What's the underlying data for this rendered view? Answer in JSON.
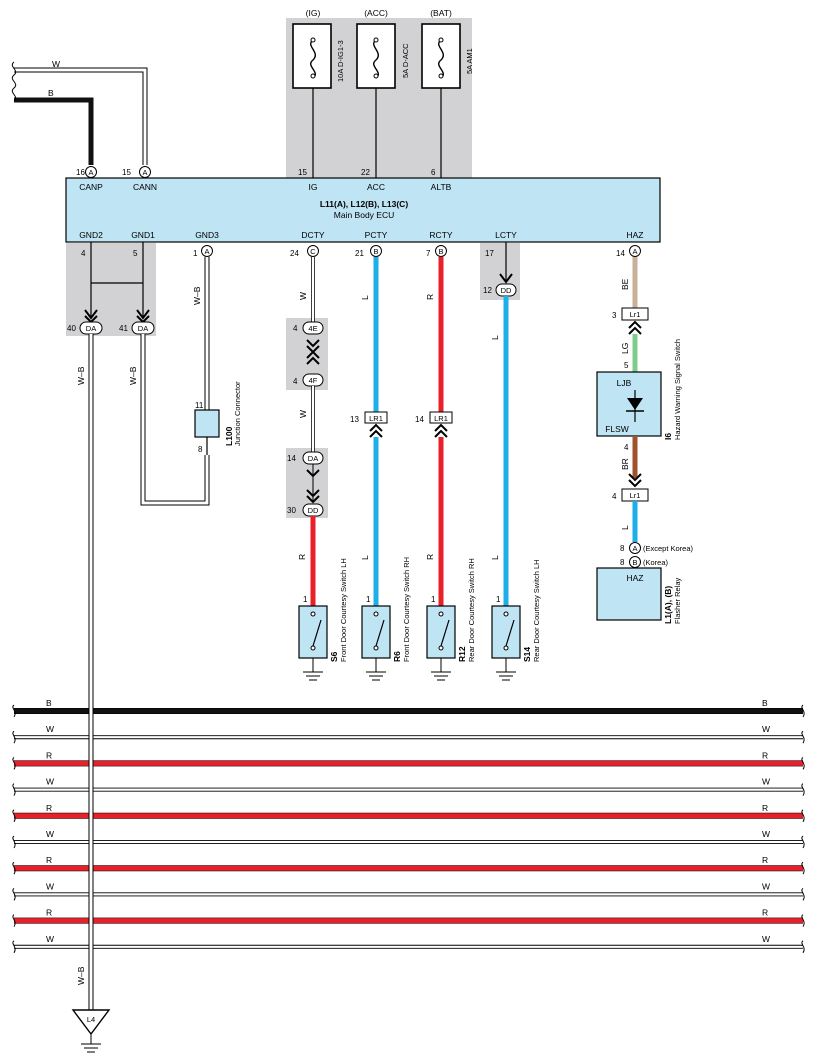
{
  "ecu": {
    "id": "L11(A), L12(B), L13(C)",
    "name": "Main Body ECU",
    "top_pins": [
      {
        "num": "16",
        "conn": "A",
        "label": "CANP"
      },
      {
        "num": "15",
        "conn": "A",
        "label": "CANN"
      },
      {
        "num": "15",
        "conn": "",
        "label": "IG"
      },
      {
        "num": "22",
        "conn": "",
        "label": "ACC"
      },
      {
        "num": "6",
        "conn": "",
        "label": "ALTB"
      }
    ],
    "bottom_pins": [
      {
        "num": "4",
        "conn": "",
        "label": "GND2"
      },
      {
        "num": "5",
        "conn": "",
        "label": "GND1"
      },
      {
        "num": "1",
        "conn": "A",
        "label": "GND3"
      },
      {
        "num": "24",
        "conn": "C",
        "label": "DCTY"
      },
      {
        "num": "21",
        "conn": "B",
        "label": "PCTY"
      },
      {
        "num": "7",
        "conn": "B",
        "label": "RCTY"
      },
      {
        "num": "17",
        "conn": "",
        "label": "LCTY"
      },
      {
        "num": "14",
        "conn": "A",
        "label": "HAZ"
      }
    ]
  },
  "fuses": [
    {
      "source": "(IG)",
      "label": "10A D-IG1-3"
    },
    {
      "source": "(ACC)",
      "label": "5A D-ACC"
    },
    {
      "source": "(BAT)",
      "label": "5A AM1"
    }
  ],
  "top_wires": {
    "w": "W",
    "b": "B"
  },
  "ground_connectors": {
    "da1_num": "40",
    "da1": "DA",
    "da2_num": "41",
    "da2": "DA"
  },
  "wire_colors": {
    "wb_left": "W–B",
    "wb_mid": "W–B",
    "wb_gnd3": "W–B",
    "wb_bottom": "W–B",
    "dcty_w1": "W",
    "dcty_w2": "W",
    "dcty_r": "R",
    "pcty_l1": "L",
    "pcty_l2": "L",
    "rcty_r1": "R",
    "rcty_r2": "R",
    "lcty_l1": "L",
    "lcty_l2": "L",
    "haz_be": "BE",
    "haz_lg": "LG",
    "haz_br": "BR",
    "haz_l": "L"
  },
  "junction": {
    "id": "L100",
    "name": "Junction Connector",
    "pin_top": "11",
    "pin_bottom": "8"
  },
  "inline_connectors": {
    "c4e_num": "4",
    "c4e": "4E",
    "c4f_num": "4",
    "c4f": "4F",
    "c14_num": "14",
    "c14": "DA",
    "c30_num": "30",
    "c30": "DD",
    "c12_num": "12",
    "c12": "DD",
    "lr1a_num": "13",
    "lr1a": "LR1",
    "lr1b_num": "14",
    "lr1b": "LR1",
    "lr1_top_num": "3",
    "lr1_top": "Lr1",
    "lr1_bot_num": "4",
    "lr1_bot": "Lr1"
  },
  "switches": [
    {
      "id": "S6",
      "name": "Front Door Courtesy Switch LH",
      "pin": "1"
    },
    {
      "id": "R6",
      "name": "Front Door Courtesy Switch RH",
      "pin": "1"
    },
    {
      "id": "R12",
      "name": "Rear Door Courtesy Switch RH",
      "pin": "1"
    },
    {
      "id": "S14",
      "name": "Rear Door Courtesy Switch LH",
      "pin": "1"
    }
  ],
  "hazard_switch": {
    "id": "I6",
    "name": "Hazard Warning Signal Switch",
    "ljb": "LJB",
    "flsw": "FLSW",
    "pin_top": "5",
    "pin_bottom": "4"
  },
  "flasher": {
    "id": "L1(A), (B)",
    "name": "Flasher Relay",
    "pin_label": "HAZ",
    "conn1_num": "8",
    "conn1": "A",
    "conn1_note": "(Except Korea)",
    "conn2_num": "8",
    "conn2": "B",
    "conn2_note": "(Korea)"
  },
  "ground_symbol": {
    "label": "L4"
  },
  "bus_lines": [
    {
      "label": "B",
      "color": "#111111"
    },
    {
      "label": "W",
      "color": "#ffffff"
    },
    {
      "label": "R",
      "color": "#e8202a"
    },
    {
      "label": "W",
      "color": "#ffffff"
    },
    {
      "label": "R",
      "color": "#e8202a"
    },
    {
      "label": "W",
      "color": "#ffffff"
    },
    {
      "label": "R",
      "color": "#e8202a"
    },
    {
      "label": "W",
      "color": "#ffffff"
    },
    {
      "label": "R",
      "color": "#e8202a"
    },
    {
      "label": "W",
      "color": "#ffffff"
    }
  ],
  "colors": {
    "ecu_fill": "#bfe4f3",
    "shade": "#d2d2d4",
    "blue_wire": "#1eaee8",
    "red_wire": "#e8202a",
    "be_wire": "#c9b09a",
    "lg_wire": "#7fcc8f",
    "br_wire": "#a0522d"
  }
}
